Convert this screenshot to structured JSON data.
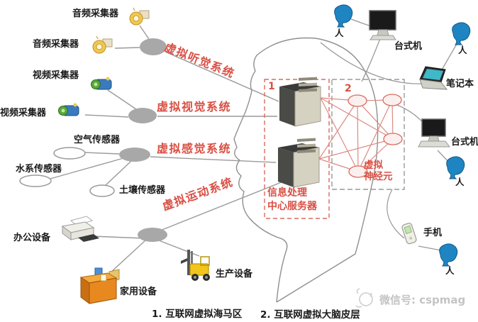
{
  "left": {
    "collectors": [
      {
        "label": "音频采集器",
        "type": "audio"
      },
      {
        "label": "音频采集器",
        "type": "audio"
      },
      {
        "label": "视频采集器",
        "type": "video"
      },
      {
        "label": "视频采集器",
        "type": "video"
      }
    ],
    "sensors": [
      {
        "label": "空气传感器"
      },
      {
        "label": "水系传感器"
      },
      {
        "label": "土壤传感器"
      }
    ],
    "devices": [
      {
        "label": "办公设备"
      },
      {
        "label": "家用设备"
      },
      {
        "label": "生产设备"
      }
    ]
  },
  "systems": {
    "auditory": "虚拟听觉系统",
    "visual": "虚拟视觉系统",
    "sensory": "虚拟感觉系统",
    "motion": "虚拟运动系统"
  },
  "center": {
    "box1_num": "1",
    "box2_num": "2",
    "server_line1": "信息处理",
    "server_line2": "中心服务器",
    "neuron_line1": "虚拟",
    "neuron_line2": "神经元"
  },
  "right": {
    "desktop1": "台式机",
    "laptop": "笔记本",
    "desktop2": "台式机",
    "phone": "手机",
    "person": "人"
  },
  "captions": {
    "c1": "1. 互联网虚拟海马区",
    "c2": "2. 互联网虚拟大脑皮层"
  },
  "watermark": {
    "text": "微信号: cspmag"
  },
  "colors": {
    "red": "#d94f43",
    "neuron_line": "#dc8a82",
    "gray_line": "#9a9a9a",
    "hub_fill": "#a8a8a8",
    "person_blue": "#1f85c2",
    "forklift_yellow": "#f2c51d",
    "box_orange": "#e8891f"
  }
}
